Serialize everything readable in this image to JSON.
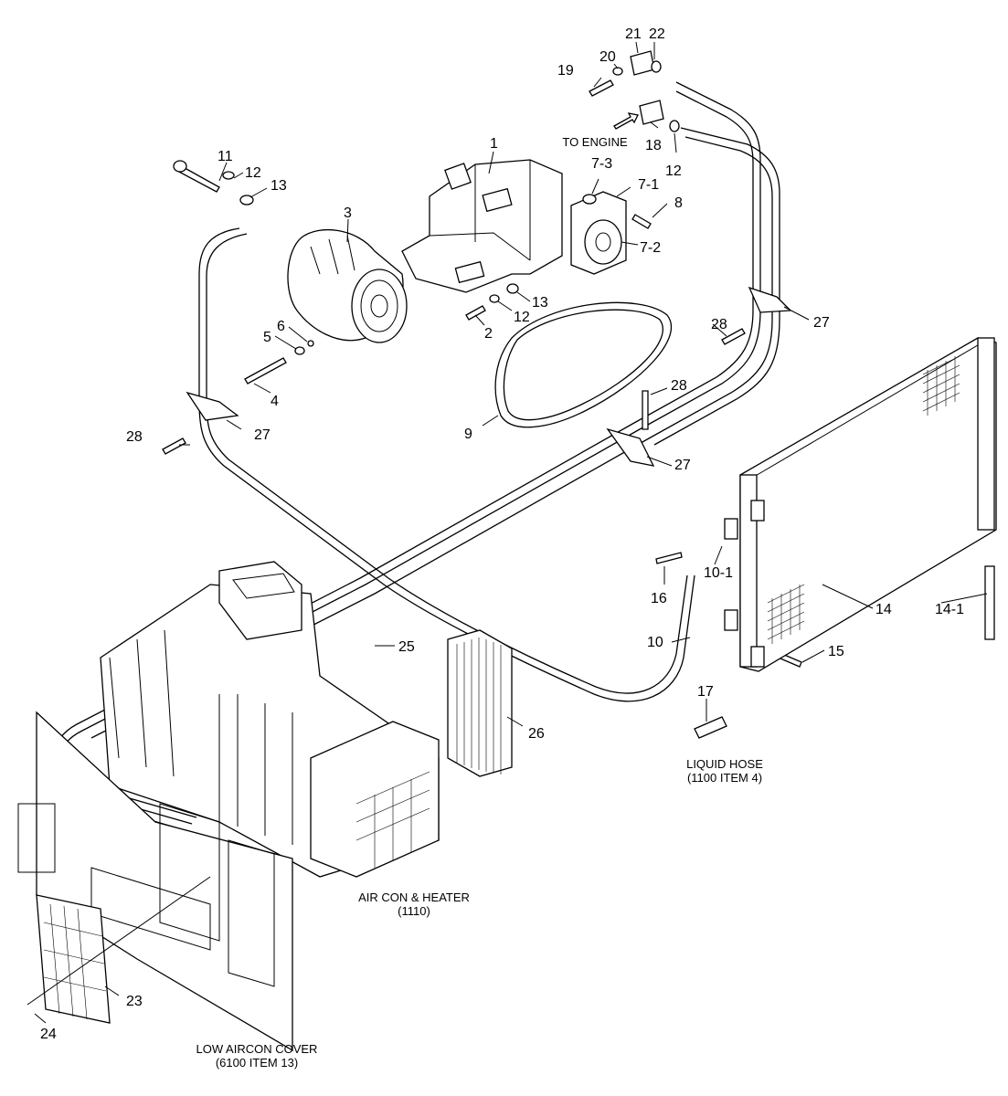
{
  "callouts": {
    "n1": "1",
    "n2": "2",
    "n3": "3",
    "n4": "4",
    "n5": "5",
    "n6": "6",
    "n7_1": "7-1",
    "n7_2": "7-2",
    "n7_3": "7-3",
    "n8": "8",
    "n9": "9",
    "n10": "10",
    "n10_1": "10-1",
    "n11": "11",
    "n12a": "12",
    "n12b": "12",
    "n12c": "12",
    "n13a": "13",
    "n13b": "13",
    "n14": "14",
    "n14_1": "14-1",
    "n15": "15",
    "n16": "16",
    "n17": "17",
    "n18": "18",
    "n19": "19",
    "n20": "20",
    "n21": "21",
    "n22": "22",
    "n23": "23",
    "n24": "24",
    "n25": "25",
    "n26": "26",
    "n27a": "27",
    "n27b": "27",
    "n27c": "27",
    "n28a": "28",
    "n28b": "28",
    "n28c": "28"
  },
  "captions": {
    "to_engine": "TO ENGINE",
    "liquid_hose_1": "LIQUID HOSE",
    "liquid_hose_2": "(1100 ITEM 4)",
    "aircon_1": "AIR CON & HEATER",
    "aircon_2": "(1110)",
    "low_cover_1": "LOW AIRCON COVER",
    "low_cover_2": "(6100 ITEM 13)"
  }
}
